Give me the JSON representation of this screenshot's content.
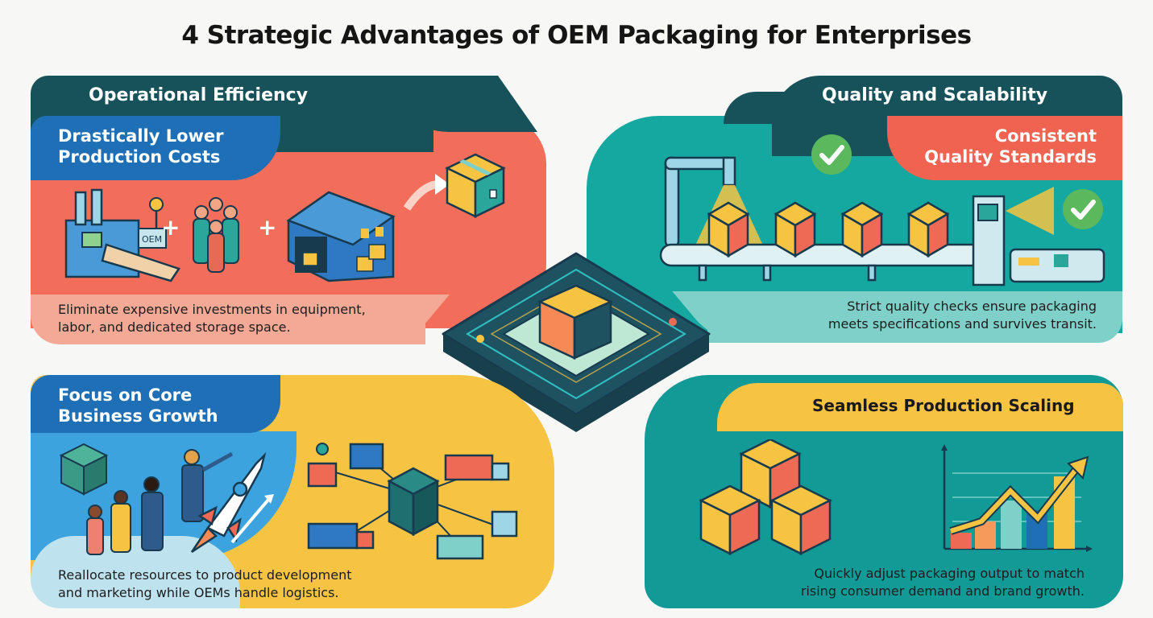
{
  "title": "4 Strategic Advantages of OEM Packaging for Enterprises",
  "colors": {
    "dark_teal": "#17525b",
    "coral": "#f26e5b",
    "blue": "#1f6fb6",
    "teal": "#14a8a0",
    "yellow": "#f6c343",
    "green_check": "#5cb85c"
  },
  "sections": {
    "operational_efficiency": {
      "header": "Operational Efficiency",
      "subtitle_line1": "Drastically Lower",
      "subtitle_line2": "Production Costs",
      "description_line1": "Eliminate expensive investments in equipment,",
      "description_line2": "labor, and dedicated storage space.",
      "illustration": {
        "machine_label": "OEM",
        "operators": [
          "+",
          "+"
        ],
        "icons": [
          "factory-machine-icon",
          "workforce-icon",
          "warehouse-icon",
          "package-icon"
        ]
      }
    },
    "quality_scalability": {
      "header": "Quality and Scalability",
      "subtitle_line1": "Consistent",
      "subtitle_line2": "Quality Standards",
      "description_line1": "Strict quality checks ensure packaging",
      "description_line2": "meets specifications and survives transit.",
      "illustration": {
        "icons": [
          "conveyor-belt-icon",
          "checkmark-icon",
          "scanner-icon"
        ]
      }
    },
    "core_growth": {
      "subtitle_line1": "Focus on Core",
      "subtitle_line2": "Business Growth",
      "description_line1": "Reallocate resources to product development",
      "description_line2": "and marketing while OEMs handle logistics.",
      "illustration": {
        "icons": [
          "rocket-icon",
          "team-icon",
          "logistics-network-icon",
          "truck-icon"
        ]
      }
    },
    "production_scaling": {
      "subtitle": "Seamless Production Scaling",
      "description_line1": "Quickly adjust packaging output to match",
      "description_line2": "rising consumer demand and brand growth.",
      "illustration": {
        "icons": [
          "stacked-boxes-icon",
          "growth-chart-icon"
        ],
        "bar_colors": [
          "#ee6a55",
          "#f59a5a",
          "#7fd0c8",
          "#1f6fb6",
          "#f6c343"
        ]
      }
    }
  },
  "center": {
    "icon": "package-platform-icon"
  }
}
